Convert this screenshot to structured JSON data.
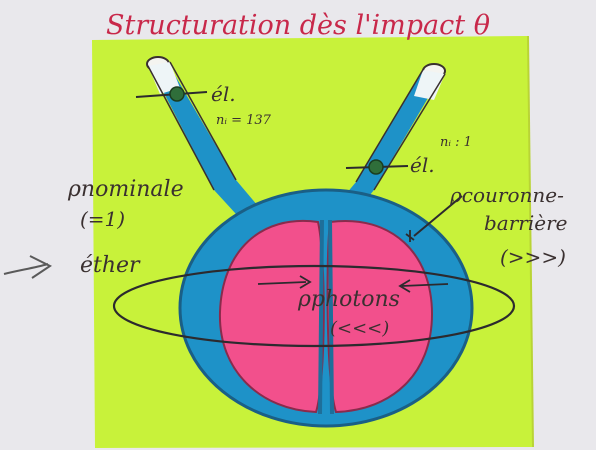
{
  "title": "Structuration dès l'impact θ",
  "labels": {
    "el_left": "él.",
    "n_left": "nᵢ = 137",
    "el_right": "él.",
    "n_right": "nᵢ : 1",
    "rho_nominale": "ρnominale",
    "eq_one": "(=1)",
    "ether": "éther",
    "rho_couronne": "ρcouronne-",
    "barriere": "barrière",
    "barriere_cmp": "(>>>)",
    "rho_photons": "ρphotons",
    "photons_cmp": "(<<<)"
  },
  "colors": {
    "paper": "#e9e8ec",
    "green_card": "#c8f23a",
    "blue": "#1e92c8",
    "pink": "#f2508c",
    "ink_red": "#c8284a",
    "ink_dark": "#3a3030"
  }
}
